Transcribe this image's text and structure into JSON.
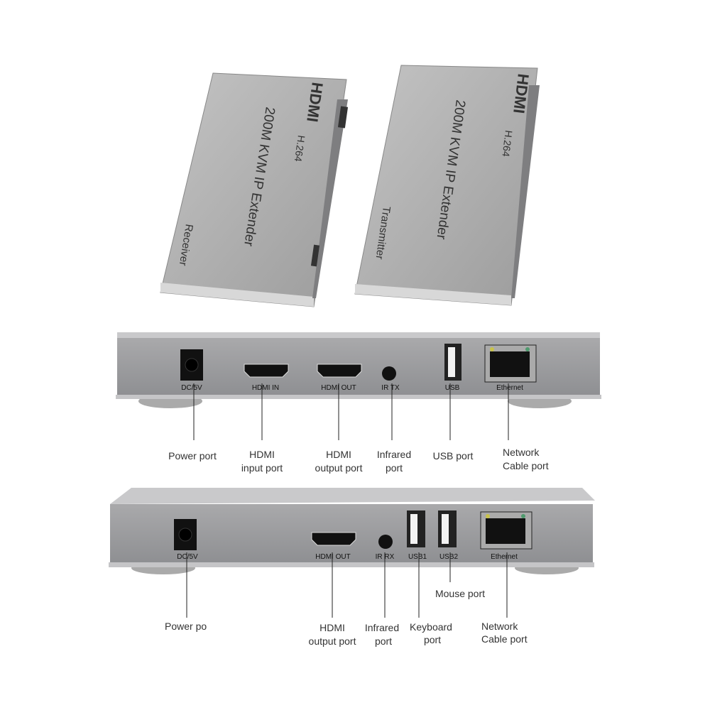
{
  "receiver_unit": {
    "logo": "HDMI",
    "codec": "H.264",
    "model": "200M KVM IP Extender",
    "role": "Receiver"
  },
  "transmitter_unit": {
    "logo": "HDMI",
    "codec": "H.264",
    "model": "200M KVM IP Extender",
    "role": "Transmitter"
  },
  "panel_top": {
    "ports": [
      "DC/5V",
      "HDMI IN",
      "HDMI OUT",
      "IR TX",
      "USB",
      "Ethernet"
    ],
    "callouts": [
      [
        "Power port"
      ],
      [
        "HDMI",
        "input port"
      ],
      [
        "HDMI",
        "output port"
      ],
      [
        "Infrared",
        "port"
      ],
      [
        "USB port"
      ],
      [
        "Network",
        "Cable port"
      ]
    ]
  },
  "panel_bottom": {
    "ports": [
      "DC/5V",
      "HDMI OUT",
      "IR RX",
      "USB1",
      "USB2",
      "Ethernet"
    ],
    "callouts": [
      [
        "Power po"
      ],
      [
        "HDMI",
        "output port"
      ],
      [
        "Infrared",
        "port"
      ],
      [
        "Keyboard",
        "port"
      ],
      [
        "Mouse port"
      ],
      [
        "Network",
        "Cable port"
      ]
    ]
  }
}
